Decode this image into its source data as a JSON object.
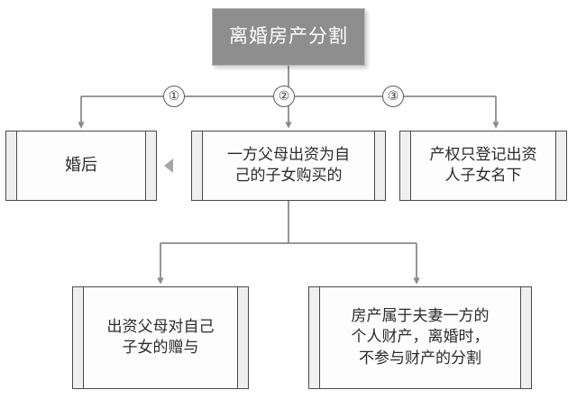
{
  "diagram": {
    "title_node": {
      "label": "离婚房产分割",
      "fill": "#8e8e8e",
      "text_color": "#ffffff"
    },
    "branch_numbers": [
      {
        "label": "①"
      },
      {
        "label": "②"
      },
      {
        "label": "③"
      }
    ],
    "middle_row": [
      {
        "id": "married",
        "label": "婚后"
      },
      {
        "id": "parent-fund",
        "label": "一方父母出资为自\n己的子女购买的"
      },
      {
        "id": "title-reg",
        "label": "产权只登记出资\n人子女名下"
      }
    ],
    "bottom_row": [
      {
        "id": "gift",
        "label": "出资父母对自己\n子女的赠与"
      },
      {
        "id": "personal",
        "label": "房产属于夫妻一方的\n个人财产，离婚时，\n不参与财产的分割"
      }
    ],
    "icons": {
      "pointer_left": "triangle-left-icon"
    },
    "colors": {
      "background": "#ffffff",
      "node_fill": "#fdfdfd",
      "node_strip": "#efefef",
      "node_border": "#4a4a4a",
      "connector": "#7a7a7a"
    }
  }
}
